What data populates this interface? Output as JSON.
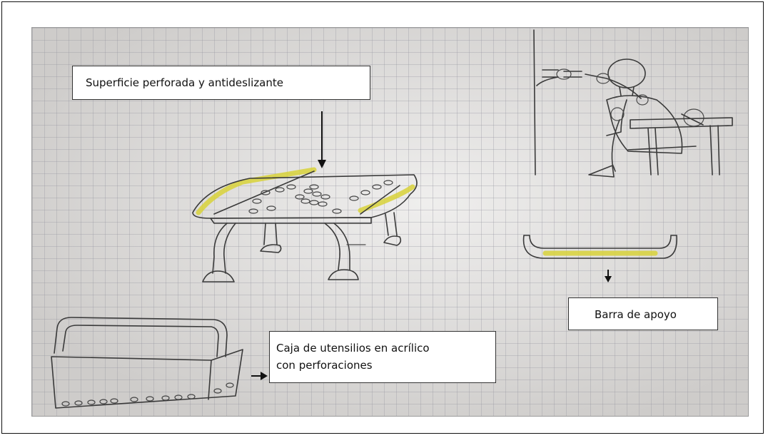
{
  "labels": {
    "surface": "Superficie perforada y antideslizante",
    "support_bar": "Barra de apoyo",
    "utensil_box_line1": "Caja de utensilios en acrílico",
    "utensil_box_line2": "con perforaciones"
  },
  "colors": {
    "highlight": "#d8d23a",
    "pencil": "#3a3a3a",
    "paper": "#dcdad8"
  }
}
